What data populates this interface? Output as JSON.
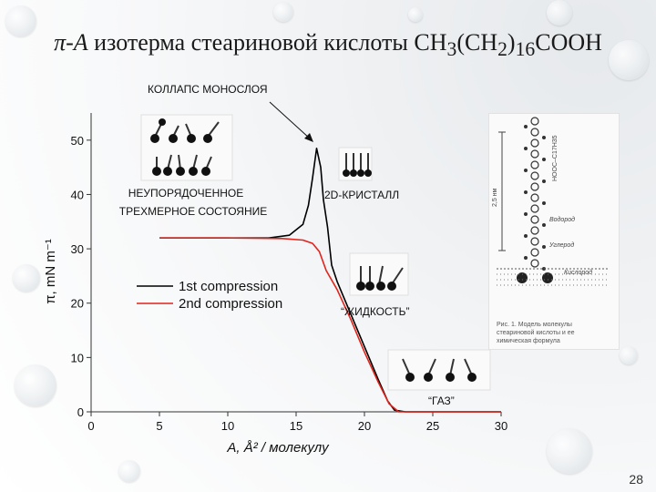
{
  "slide": {
    "title_prefix": "π-A",
    "title_main": " изотерма стеариновой кислоты CH",
    "title_sub1": "3",
    "title_mid": "(CH",
    "title_sub2": "2",
    "title_close": ")",
    "title_sub3": "16",
    "title_end": "COOH",
    "page_number": "28"
  },
  "labels": {
    "collapse": "КОЛЛАПС МОНОСЛОЯ",
    "disordered_1": "НЕУПОРЯДОЧЕННОЕ",
    "disordered_2": "ТРЕХМЕРНОЕ СОСТОЯНИЕ",
    "crystal": "2D-КРИСТАЛЛ",
    "liquid": "“ЖИДКОСТЬ”",
    "gas": "“ГАЗ”"
  },
  "side_photo": {
    "caption": "Рис. 1. Модель молекулы стеариновой кислоты и ее химическая формула",
    "label_hydrogen": "Водород",
    "label_carbon": "Углерод",
    "label_oxygen": "Кислород",
    "label_formula": "HOOC–C17H35",
    "label_length": "2,5 нм"
  },
  "colors": {
    "series1": "#000000",
    "series2": "#e0241b",
    "axis": "#333333"
  },
  "chart_data": {
    "type": "line",
    "xlabel": "A, Å² / молекулу",
    "ylabel": "π, mN m⁻¹",
    "xlim": [
      0,
      30
    ],
    "ylim": [
      0,
      55
    ],
    "x_ticks": [
      0,
      5,
      10,
      15,
      20,
      25,
      30
    ],
    "y_ticks": [
      0,
      10,
      20,
      30,
      40,
      50
    ],
    "legend_position": "center",
    "series": [
      {
        "name": "1st compression",
        "color": "#000000",
        "x": [
          5,
          10,
          13,
          14.5,
          15.5,
          15.9,
          16.2,
          16.5,
          16.8,
          17.0,
          17.3,
          17.6,
          18.0,
          19.0,
          20.0,
          21.0,
          21.7,
          22.2,
          23.0,
          25.0,
          30.0
        ],
        "y": [
          32.0,
          32.0,
          32.0,
          32.5,
          34.5,
          38.0,
          43.0,
          48.5,
          45.0,
          39.0,
          34.0,
          27.0,
          24.0,
          18.0,
          12.0,
          6.0,
          2.0,
          0.3,
          0.0,
          0.0,
          0.0
        ]
      },
      {
        "name": "2nd compression",
        "color": "#e0241b",
        "x": [
          5,
          10,
          14,
          15.5,
          16.2,
          16.7,
          17.2,
          18.0,
          19.0,
          20.0,
          21.0,
          21.8,
          22.5,
          25.0,
          30.0
        ],
        "y": [
          32.0,
          32.0,
          31.9,
          31.6,
          31.0,
          29.5,
          26.0,
          22.5,
          17.0,
          11.0,
          5.5,
          1.5,
          0.0,
          0.0,
          0.0
        ]
      }
    ]
  }
}
